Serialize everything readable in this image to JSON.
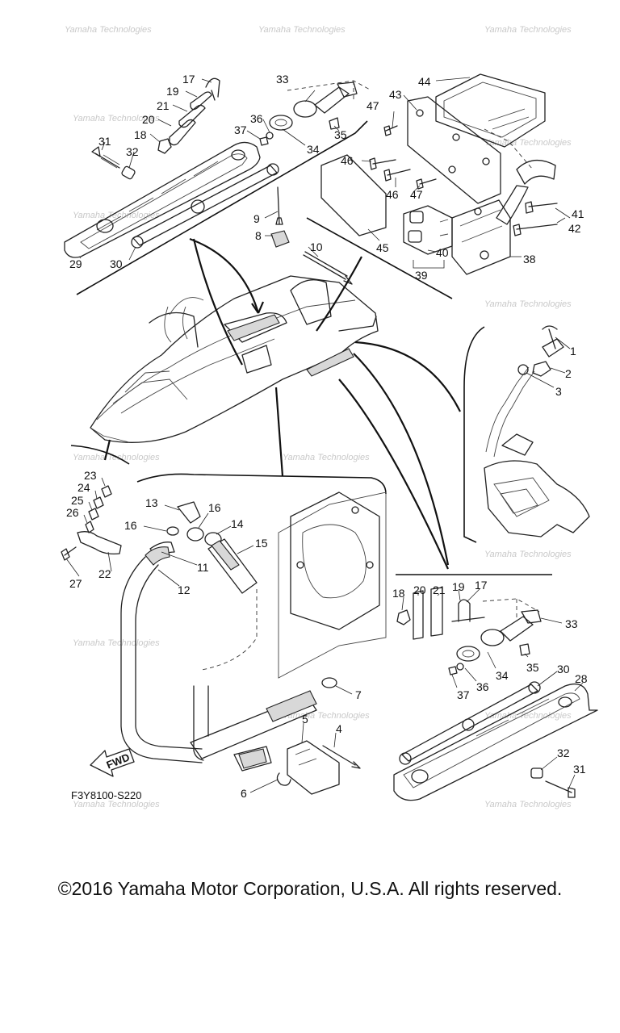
{
  "diagram_code": "F3Y8100-S220",
  "fwd_label": "FWD",
  "copyright": "©2016 Yamaha Motor Corporation, U.S.A. All rights reserved.",
  "watermark": "Yamaha Technologies",
  "callouts": [
    {
      "id": "c17a",
      "text": "17"
    },
    {
      "id": "c19a",
      "text": "19"
    },
    {
      "id": "c21a",
      "text": "21"
    },
    {
      "id": "c20a",
      "text": "20"
    },
    {
      "id": "c18a",
      "text": "18"
    },
    {
      "id": "c31a",
      "text": "31"
    },
    {
      "id": "c32a",
      "text": "32"
    },
    {
      "id": "c29",
      "text": "29"
    },
    {
      "id": "c30a",
      "text": "30"
    },
    {
      "id": "c33a",
      "text": "33"
    },
    {
      "id": "c36a",
      "text": "36"
    },
    {
      "id": "c37a",
      "text": "37"
    },
    {
      "id": "c34a",
      "text": "34"
    },
    {
      "id": "c35a",
      "text": "35"
    },
    {
      "id": "c9",
      "text": "9"
    },
    {
      "id": "c8",
      "text": "8"
    },
    {
      "id": "c10",
      "text": "10"
    },
    {
      "id": "c44",
      "text": "44"
    },
    {
      "id": "c43",
      "text": "43"
    },
    {
      "id": "c47a",
      "text": "47"
    },
    {
      "id": "c46a",
      "text": "46"
    },
    {
      "id": "c46b",
      "text": "46"
    },
    {
      "id": "c47b",
      "text": "47"
    },
    {
      "id": "c45",
      "text": "45"
    },
    {
      "id": "c41",
      "text": "41"
    },
    {
      "id": "c42",
      "text": "42"
    },
    {
      "id": "c40",
      "text": "40"
    },
    {
      "id": "c39",
      "text": "39"
    },
    {
      "id": "c38",
      "text": "38"
    },
    {
      "id": "c1",
      "text": "1"
    },
    {
      "id": "c2",
      "text": "2"
    },
    {
      "id": "c3",
      "text": "3"
    },
    {
      "id": "c23",
      "text": "23"
    },
    {
      "id": "c24",
      "text": "24"
    },
    {
      "id": "c25",
      "text": "25"
    },
    {
      "id": "c26",
      "text": "26"
    },
    {
      "id": "c27",
      "text": "27"
    },
    {
      "id": "c22",
      "text": "22"
    },
    {
      "id": "c13",
      "text": "13"
    },
    {
      "id": "c16a",
      "text": "16"
    },
    {
      "id": "c16b",
      "text": "16"
    },
    {
      "id": "c14",
      "text": "14"
    },
    {
      "id": "c15",
      "text": "15"
    },
    {
      "id": "c11",
      "text": "11"
    },
    {
      "id": "c12",
      "text": "12"
    },
    {
      "id": "c7",
      "text": "7"
    },
    {
      "id": "c5",
      "text": "5"
    },
    {
      "id": "c4",
      "text": "4"
    },
    {
      "id": "c6",
      "text": "6"
    },
    {
      "id": "c18b",
      "text": "18"
    },
    {
      "id": "c20b",
      "text": "20"
    },
    {
      "id": "c21b",
      "text": "21"
    },
    {
      "id": "c19b",
      "text": "19"
    },
    {
      "id": "c17b",
      "text": "17"
    },
    {
      "id": "c33b",
      "text": "33"
    },
    {
      "id": "c34b",
      "text": "34"
    },
    {
      "id": "c35b",
      "text": "35"
    },
    {
      "id": "c36b",
      "text": "36"
    },
    {
      "id": "c37b",
      "text": "37"
    },
    {
      "id": "c30b",
      "text": "30"
    },
    {
      "id": "c28",
      "text": "28"
    },
    {
      "id": "c32b",
      "text": "32"
    },
    {
      "id": "c31b",
      "text": "31"
    }
  ]
}
